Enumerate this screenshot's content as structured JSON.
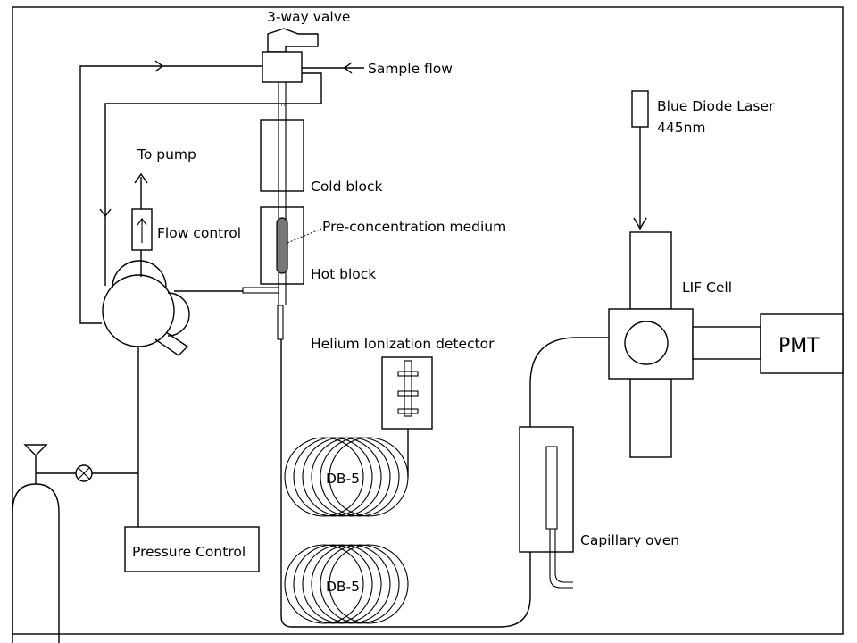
{
  "labels": {
    "three_way_valve": "3-way valve",
    "sample_flow": "Sample flow",
    "to_pump": "To pump",
    "flow_control": "Flow control",
    "cold_block": "Cold block",
    "pre_concentration": "Pre-concentration medium",
    "hot_block": "Hot block",
    "helium_detector": "Helium Ionization detector",
    "db5_upper": "DB-5",
    "db5_lower": "DB-5",
    "pressure_control": "Pressure Control",
    "capillary_oven": "Capillary oven",
    "laser_line1": "Blue Diode Laser",
    "laser_line2": "445nm",
    "lif_cell": "LIF Cell",
    "pmt": "PMT"
  }
}
